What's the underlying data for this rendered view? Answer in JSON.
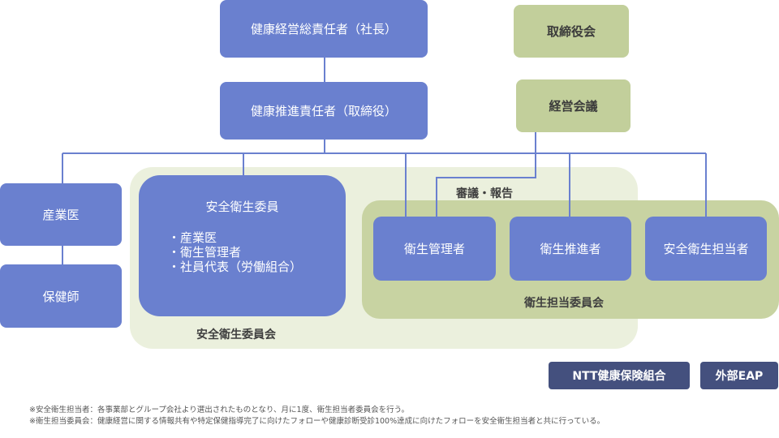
{
  "colors": {
    "box_blue": "#6a80cf",
    "box_green": "#c2cf9b",
    "box_navy": "#44507e",
    "region_light": "#ebf0dd",
    "region_green": "#c8d3a2",
    "connector": "#6a80cf"
  },
  "nodes": {
    "ceo_officer": "健康経営総責任者（社長）",
    "promotion_officer": "健康推進責任者（取締役）",
    "board": "取締役会",
    "management_meeting": "経営会議",
    "occupational_physician": "産業医",
    "public_health_nurse": "保健師",
    "safety_committee_member": "安全衛生委員",
    "hygiene_manager": "衛生管理者",
    "hygiene_promoter": "衛生推進者",
    "safety_hygiene_officer": "安全衛生担当者",
    "ntt_health_insurance": "NTT健康保険組合",
    "external_eap": "外部EAP"
  },
  "members": [
    "・産業医",
    "・衛生管理者",
    "・社員代表（労働組合）"
  ],
  "labels": {
    "review_report": "審議・報告",
    "hygiene_committee": "衛生担当委員会",
    "safety_committee": "安全衛生委員会"
  },
  "footnotes": [
    "※安全衛生担当者：各事業部とグループ会社より選出されたものとなり、月に1度、衛生担当者委員会を行う。",
    "※衛生担当委員会：健康経営に関する情報共有や特定保健指導完了に向けたフォローや健康診断受診100%達成に向けたフォローを安全衛生担当者と共に行っている。"
  ]
}
